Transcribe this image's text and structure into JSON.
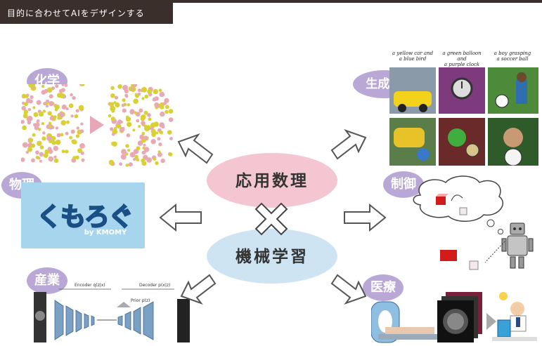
{
  "header": {
    "title": "目的に合わせてAIをデザインする"
  },
  "center": {
    "top_label": "応用数理",
    "cross": "×",
    "bottom_label": "機械学習",
    "top_color": "#f4c6d1",
    "bottom_color": "#cfe4f3",
    "text_color": "#333333"
  },
  "categories": {
    "chemistry": "化学",
    "physics": "物理",
    "industry": "産業",
    "genai": "生成AI",
    "control": "制御",
    "medical": "医療"
  },
  "physics_logo": {
    "main": "くもろぐ",
    "sub": "by KMOMY"
  },
  "genai_captions": [
    {
      "l1": "a yellow car and",
      "l2": "a blue bird"
    },
    {
      "l1": "a green balloon and",
      "l2": "a purple clock"
    },
    {
      "l1": "a boy grasping",
      "l2": "a soccer ball"
    }
  ],
  "industry_labels": {
    "encoder": "Encoder q(z|x)",
    "decoder": "Decoder p(x|z)",
    "prior": "Prior p(z)"
  },
  "colors": {
    "pill": "#b9a7d6",
    "arrow": "#555555"
  }
}
